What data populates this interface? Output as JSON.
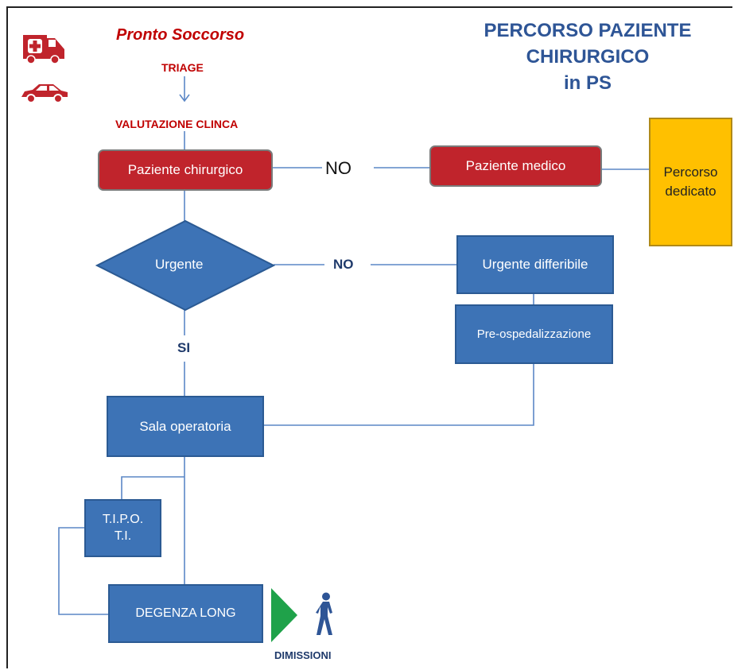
{
  "header": {
    "pronto_soccorso": "Pronto Soccorso",
    "triage": "TRIAGE",
    "valutazione": "VALUTAZIONE CLINCA"
  },
  "title": {
    "line1": "PERCORSO PAZIENTE",
    "line2": "CHIRURGICO",
    "line3": "in PS"
  },
  "nodes": {
    "paziente_chirurgico": "Paziente chirurgico",
    "paziente_medico": "Paziente medico",
    "percorso_dedicato_1": "Percorso",
    "percorso_dedicato_2": "dedicato",
    "urgente": "Urgente",
    "urgente_differibile": "Urgente differibile",
    "pre_ospedalizzazione": "Pre-ospedalizzazione",
    "sala_operatoria": "Sala operatoria",
    "tipo_1": "T.I.P.O.",
    "tipo_2": "T.I.",
    "degenza_long": "DEGENZA LONG",
    "dimissioni": "DIMISSIONI"
  },
  "edge_labels": {
    "no_medico": "NO",
    "no_urgente": "NO",
    "si": "SI"
  },
  "icons": [
    "ambulance-icon",
    "car-icon",
    "walking-person-icon",
    "green-arrow-icon"
  ],
  "colors": {
    "red": "#c0242c",
    "blue": "#3d73b6",
    "yellow": "#ffc000",
    "title_blue": "#2e5596",
    "line": "#5b87c6",
    "green": "#1fa24a"
  }
}
